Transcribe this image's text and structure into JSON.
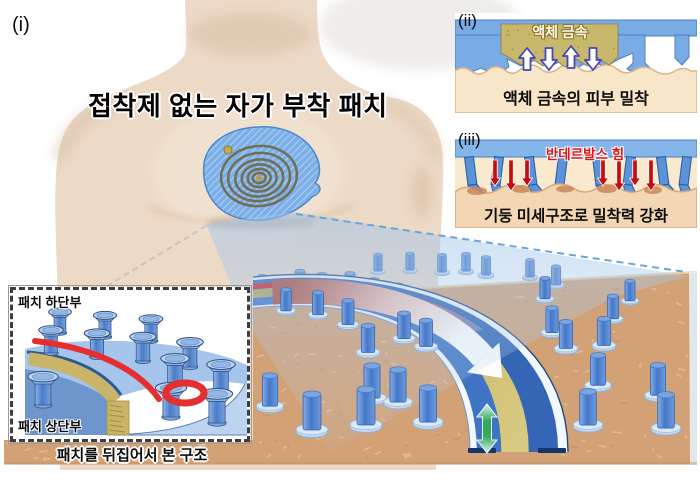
{
  "figure": {
    "panel_i": {
      "label": "(i)",
      "title": "접착제 없는 자가 부착 패치"
    },
    "panel_ii": {
      "label": "(ii)",
      "liquid_metal_label": "액체 금속",
      "caption": "액체 금속의 피부 밀착"
    },
    "panel_iii": {
      "label": "(iii)",
      "force_label": "반데르발스 힘",
      "caption": "기둥 미세구조로 밀착력 강화"
    },
    "inset": {
      "label_top": "패치 하단부",
      "label_bottom": "패치 상단부",
      "caption": "패치를 뒤집어서 본 구조"
    },
    "colors": {
      "patch_blue": "#5b93d8",
      "band_blue": "#3a6cbd",
      "liquid_metal_gold": "#c8b86b",
      "skin_tan": "#d2a176",
      "skin_light": "#f8e6c9",
      "force_red": "#d81c1c",
      "arrow_green": "#2fae56",
      "adhesion_arrow_outline": "#4646be"
    }
  }
}
